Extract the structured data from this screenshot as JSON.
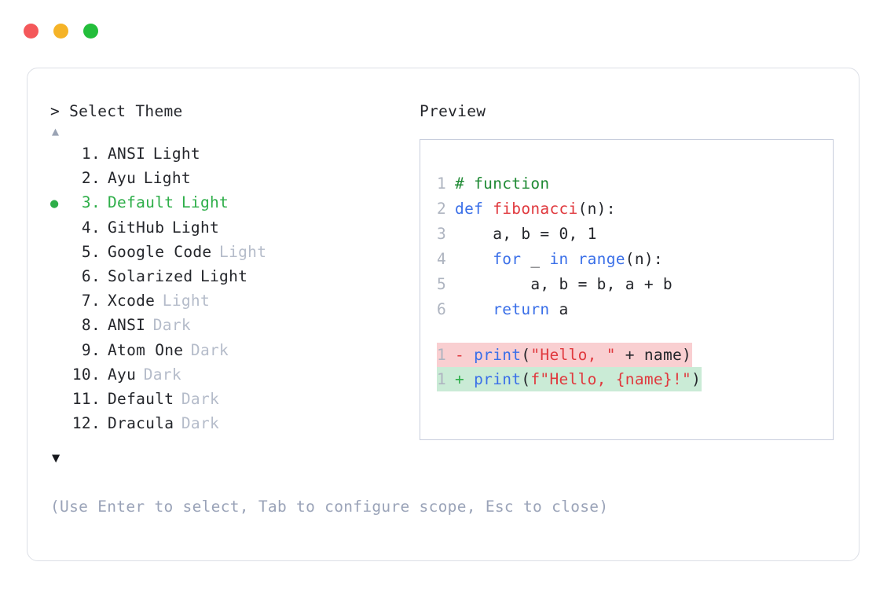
{
  "titlebar": {
    "buttons": [
      {
        "name": "close",
        "color": "#F4585A"
      },
      {
        "name": "minimize",
        "color": "#F5B327"
      },
      {
        "name": "maximize",
        "color": "#23BE3B"
      }
    ]
  },
  "prompt": {
    "text": "> Select Theme",
    "scroll_up": "▲",
    "scroll_down": "▼"
  },
  "themes": {
    "selected_index": 3,
    "items": [
      {
        "index": "1.",
        "name": "ANSI",
        "variant": "Light",
        "variant_dim": false,
        "selected": false,
        "bullet": ""
      },
      {
        "index": "2.",
        "name": "Ayu",
        "variant": "Light",
        "variant_dim": false,
        "selected": false,
        "bullet": ""
      },
      {
        "index": "3.",
        "name": "Default",
        "variant": "Light",
        "variant_dim": false,
        "selected": true,
        "bullet": "●"
      },
      {
        "index": "4.",
        "name": "GitHub",
        "variant": "Light",
        "variant_dim": false,
        "selected": false,
        "bullet": ""
      },
      {
        "index": "5.",
        "name": "Google Code",
        "variant": "Light",
        "variant_dim": true,
        "selected": false,
        "bullet": ""
      },
      {
        "index": "6.",
        "name": "Solarized",
        "variant": "Light",
        "variant_dim": false,
        "selected": false,
        "bullet": ""
      },
      {
        "index": "7.",
        "name": "Xcode",
        "variant": "Light",
        "variant_dim": true,
        "selected": false,
        "bullet": ""
      },
      {
        "index": "8.",
        "name": "ANSI",
        "variant": "Dark",
        "variant_dim": true,
        "selected": false,
        "bullet": ""
      },
      {
        "index": "9.",
        "name": "Atom One",
        "variant": "Dark",
        "variant_dim": true,
        "selected": false,
        "bullet": ""
      },
      {
        "index": "10.",
        "name": "Ayu",
        "variant": "Dark",
        "variant_dim": true,
        "selected": false,
        "bullet": ""
      },
      {
        "index": "11.",
        "name": "Default",
        "variant": "Dark",
        "variant_dim": true,
        "selected": false,
        "bullet": ""
      },
      {
        "index": "12.",
        "name": "Dracula",
        "variant": "Dark",
        "variant_dim": true,
        "selected": false,
        "bullet": ""
      }
    ]
  },
  "preview": {
    "label": "Preview",
    "code_lines": [
      {
        "num": "1",
        "tokens": [
          {
            "t": "# function",
            "c": "comment"
          }
        ]
      },
      {
        "num": "2",
        "tokens": [
          {
            "t": "def ",
            "c": "kw"
          },
          {
            "t": "fibonacci",
            "c": "fn"
          },
          {
            "t": "(n):",
            "c": "punct"
          }
        ]
      },
      {
        "num": "3",
        "tokens": [
          {
            "t": "    a, b = 0, 1",
            "c": "plain"
          }
        ]
      },
      {
        "num": "4",
        "tokens": [
          {
            "t": "    ",
            "c": "plain"
          },
          {
            "t": "for",
            "c": "kw"
          },
          {
            "t": " _ ",
            "c": "plain"
          },
          {
            "t": "in range",
            "c": "kw"
          },
          {
            "t": "(n):",
            "c": "punct"
          }
        ]
      },
      {
        "num": "5",
        "tokens": [
          {
            "t": "        a, b = b, a + b",
            "c": "plain"
          }
        ]
      },
      {
        "num": "6",
        "tokens": [
          {
            "t": "    ",
            "c": "plain"
          },
          {
            "t": "return",
            "c": "kw"
          },
          {
            "t": " a",
            "c": "plain"
          }
        ]
      }
    ],
    "diff_lines": [
      {
        "num": "1",
        "kind": "del",
        "marker": "-",
        "tokens": [
          {
            "t": "print",
            "c": "kw"
          },
          {
            "t": "(",
            "c": "punct"
          },
          {
            "t": "\"Hello, \"",
            "c": "str"
          },
          {
            "t": " + name)",
            "c": "plain"
          }
        ]
      },
      {
        "num": "1",
        "kind": "add",
        "marker": "+",
        "tokens": [
          {
            "t": "print",
            "c": "kw"
          },
          {
            "t": "(",
            "c": "punct"
          },
          {
            "t": "f\"Hello, {name}!\"",
            "c": "str"
          },
          {
            "t": ")",
            "c": "punct"
          }
        ]
      }
    ]
  },
  "hint": {
    "text": "(Use Enter to select, Tab to configure scope, Esc to close)"
  },
  "colors": {
    "accent_green": "#2eae49",
    "comment_green": "#1f8a34",
    "keyword_blue": "#3a6fe8",
    "string_red": "#e0393e",
    "dim_gray": "#b5bcca",
    "hint_gray": "#9aa3b8",
    "diff_del_bg": "#f9cfd1",
    "diff_add_bg": "#caebd6",
    "border": "#dcdfe6",
    "preview_border": "#c8cedd"
  }
}
